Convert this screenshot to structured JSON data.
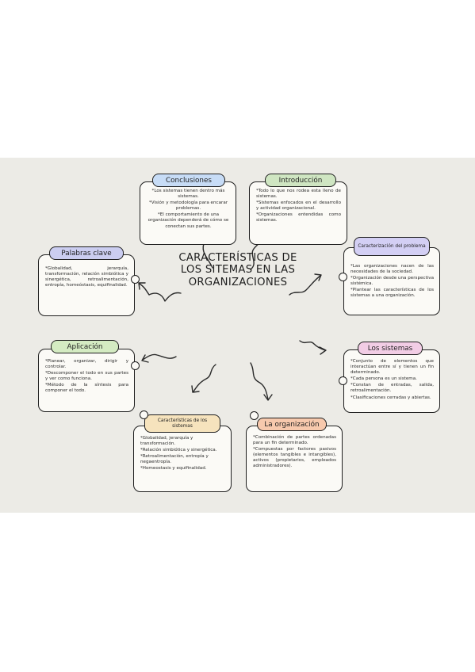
{
  "title": "CARACTERÍSTICAS DE LOS SITEMAS EN LAS ORGANIZACIONES",
  "colors": {
    "paper": "#ecebe6",
    "card": "#fbfaf6",
    "ink": "#1e1e1e",
    "conclusiones": "#c7dcf6",
    "introduccion": "#cfe6c2",
    "palabras_clave": "#cbcdf0",
    "caracterizacion": "#d3cff4",
    "aplicacion": "#d4ebc2",
    "los_sistemas": "#f2cde5",
    "caracteristicas": "#f6e3bd",
    "la_organizacion": "#f7c9ad"
  },
  "nodes": {
    "conclusiones": {
      "label": "Conclusiones",
      "items": [
        "*Los sistemas tienen dentro más sistemas.",
        "*Visión y metodología para encarar problemas.",
        "*El comportamiento de una organización dependerá de cómo se conectan sus partes."
      ]
    },
    "introduccion": {
      "label": "Introducción",
      "items": [
        "*Todo lo que nos rodea esta lleno de sistemas.",
        "*Sistemas enfocados en el desarrollo y actividad organizacional.",
        "*Organizaciones entendidas como sistemas."
      ]
    },
    "palabras_clave": {
      "label": "Palabras clave",
      "items": [
        "*Globalidad, jerarquía, transformación, relación simbiótica y sinergética, retroalimentación, entropía, homeóstasis, equifinalidad."
      ]
    },
    "caracterizacion": {
      "label": "Caracterización del problema",
      "items": [
        "*Las organizaciones nacen de las necesidades de la sociedad.",
        "*Organización desde una perspectiva sistémica.",
        "*Plantear las características de los sistemas a una organización."
      ]
    },
    "aplicacion": {
      "label": "Aplicación",
      "items": [
        "*Planear, organizar, dirigir y controlar.",
        "*Descomponer el todo en sus partes y ver como funciona.",
        "*Método de la síntesis para componer el todo."
      ]
    },
    "los_sistemas": {
      "label": "Los sistemas",
      "items": [
        "*Conjunto de elementos que interactúan entre sí y tienen un fin determinado.",
        "*Cada persona es un sistema.",
        "*Constan de entradas, salida, retroalimentación.",
        "*Clasificaciones cerradas y abiertas."
      ]
    },
    "caracteristicas": {
      "label": "Características de los sistemas",
      "items": [
        "*Globalidad, jerarquía y transformación.",
        "*Relación simbiótica y sinergética.",
        "*Retroalimentación, entropía y negaentropía.",
        "*Homeostasis y equifinalidad."
      ]
    },
    "la_organizacion": {
      "label": "La organización",
      "items": [
        "*Combinación de partes ordenadas para un fin determinado.",
        "*Compuestas por factores pasivos (elementos tangibles e intangibles), activos (propietarios, empleados administradores)."
      ]
    }
  }
}
